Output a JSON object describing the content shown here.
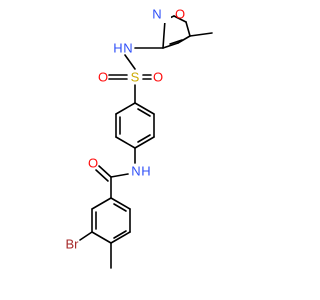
{
  "atoms": [
    {
      "id": "O_iso",
      "label": "O",
      "color": "#ff0d0d"
    },
    {
      "id": "N_iso",
      "label": "N",
      "color": "#3050f8"
    },
    {
      "id": "N_sulf",
      "label": "N",
      "color": "#3050f8"
    },
    {
      "id": "H_sulf",
      "label": "H",
      "color": "#3050f8"
    },
    {
      "id": "S",
      "label": "S",
      "color": "#ccaa00"
    },
    {
      "id": "O_s1",
      "label": "O",
      "color": "#ff0d0d"
    },
    {
      "id": "O_s2",
      "label": "O",
      "color": "#ff0d0d"
    },
    {
      "id": "O_amide",
      "label": "O",
      "color": "#ff0d0d"
    },
    {
      "id": "N_amide",
      "label": "N",
      "color": "#3050f8"
    },
    {
      "id": "H_amide",
      "label": "H",
      "color": "#3050f8"
    },
    {
      "id": "Br",
      "label": "Br",
      "color": "#a62929"
    }
  ],
  "colors": {
    "bond": "#000000",
    "background": "#ffffff"
  }
}
